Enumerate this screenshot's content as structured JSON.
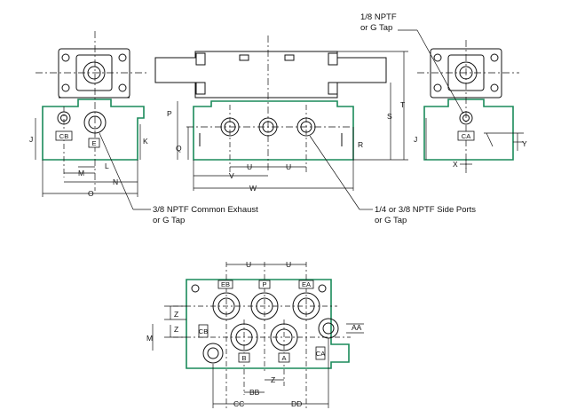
{
  "colors": {
    "valve_outline": "#1a8a5a",
    "valve_fill": "#ffffff",
    "line": "#111111"
  },
  "notes": {
    "top_right_line1": "1/8 NPTF",
    "top_right_line2": "or G Tap",
    "exhaust_line1": "3/8 NPTF Common Exhaust",
    "exhaust_line2": "or G Tap",
    "side_ports_line1": "1/4 or 3/8 NPTF Side Ports",
    "side_ports_line2": "or G Tap"
  },
  "dimensions": {
    "J": "J",
    "K": "K",
    "L": "L",
    "M": "M",
    "N": "N",
    "O": "O",
    "P": "P",
    "Q": "Q",
    "U": "U",
    "V": "V",
    "W": "W",
    "S": "S",
    "T": "T",
    "R": "R",
    "X": "X",
    "Y": "Y",
    "Z": "Z",
    "AA": "AA",
    "BB": "BB",
    "CC": "CC",
    "DD": "DD"
  },
  "ports": {
    "CB": "CB",
    "E": "E",
    "CA": "CA",
    "EB": "EB",
    "P": "P",
    "EA": "EA",
    "B": "B",
    "A": "A"
  }
}
